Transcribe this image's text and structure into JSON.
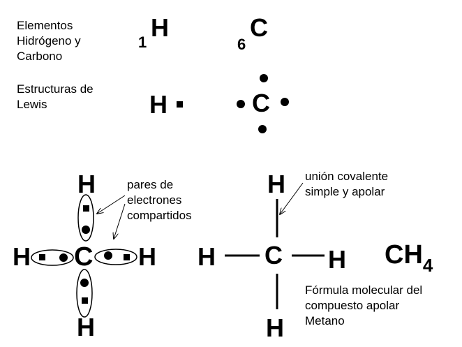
{
  "labels": {
    "elements_line1": "Elementos",
    "elements_line2": "Hidrógeno y",
    "elements_line3": "Carbono",
    "lewis_line1": "Estructuras de",
    "lewis_line2": "Lewis",
    "pairs_line1": "pares de",
    "pairs_line2": "electrones",
    "pairs_line3": "compartidos",
    "bond_line1": "unión covalente",
    "bond_line2": "simple y apolar",
    "formula_line1": "Fórmula molecular del",
    "formula_line2": "compuesto apolar",
    "formula_line3": "Metano"
  },
  "elements": {
    "h_number": "1",
    "h_symbol": "H",
    "c_number": "6",
    "c_symbol": "C"
  },
  "lewis": {
    "h_symbol": "H",
    "c_symbol": "C"
  },
  "methane_lewis": {
    "center": "C",
    "top": "H",
    "bottom": "H",
    "left": "H",
    "right": "H"
  },
  "methane_structural": {
    "center": "C",
    "top": "H",
    "bottom": "H",
    "left": "H",
    "right": "H"
  },
  "formula": {
    "symbol": "CH",
    "subscript": "4"
  }
}
